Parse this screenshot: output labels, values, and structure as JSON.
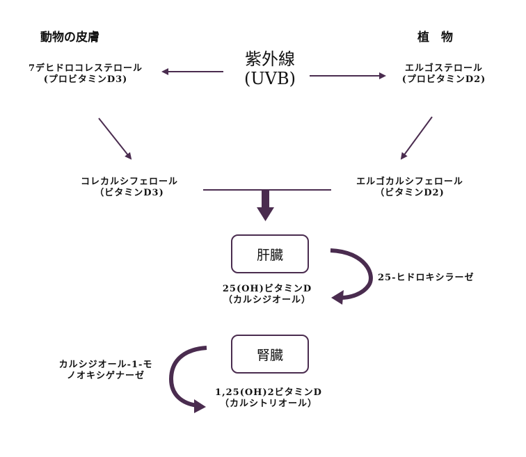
{
  "colors": {
    "accent": "#4a2c4f",
    "text": "#111111",
    "background": "#ffffff"
  },
  "headers": {
    "animal_skin": "動物の皮膚",
    "plants": "植　物"
  },
  "source": {
    "line1": "紫外線",
    "line2": "(UVB)"
  },
  "provitamin_d3": {
    "line1": "7デヒドロコレステロール",
    "line2": "(プロビタミンD3)"
  },
  "provitamin_d2": {
    "line1": "エルゴステロール",
    "line2": "(プロビタミンD2)"
  },
  "vitamin_d3": {
    "line1": "コレカルシフェロール",
    "line2": "（ビタミンD3)"
  },
  "vitamin_d2": {
    "line1": "エルゴカルシフェロール",
    "line2": "（ビタミンD2)"
  },
  "liver": {
    "box_label": "肝臓",
    "enzyme": "25-ヒドロキシラーゼ",
    "product_line1": "25(OH)ビタミンD",
    "product_line2": "（カルシジオール）"
  },
  "kidney": {
    "box_label": "腎臓",
    "enzyme_line1": "カルシジオール-1-モ",
    "enzyme_line2": "ノオキシゲナーゼ",
    "product_line1": "1,25(OH)2ビタミンD",
    "product_line2": "（カルシトリオール）"
  }
}
